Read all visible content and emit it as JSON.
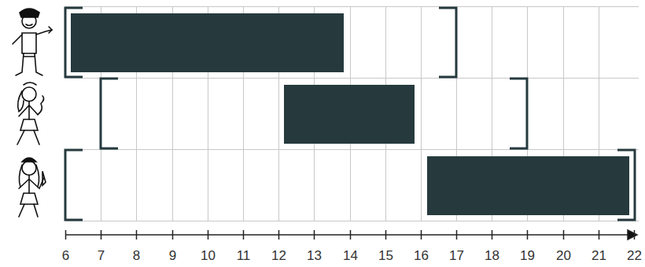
{
  "diagram": {
    "labels": [
      "6",
      "7",
      "8",
      "9",
      "10",
      "11",
      "12",
      "13",
      "14",
      "15",
      "16",
      "17",
      "18",
      "19",
      "20",
      "21",
      "22"
    ]
  }
}
